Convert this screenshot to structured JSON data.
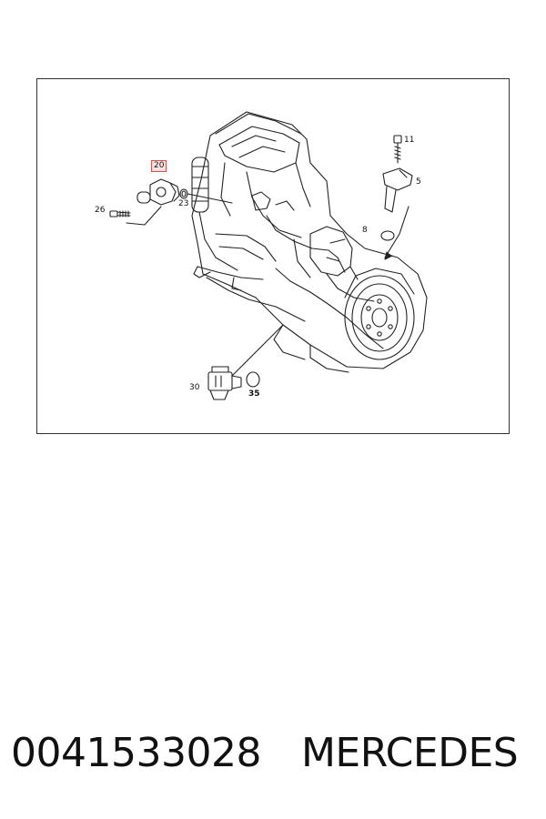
{
  "diagram": {
    "callouts": {
      "c20": "20",
      "c26": "26",
      "c23": "23",
      "c11": "11",
      "c5": "5",
      "c8": "8",
      "c30": "30",
      "c35": "35"
    },
    "highlight_color": "#d9534f"
  },
  "caption": {
    "part_number": "0041533028",
    "brand": "MERCEDES"
  }
}
